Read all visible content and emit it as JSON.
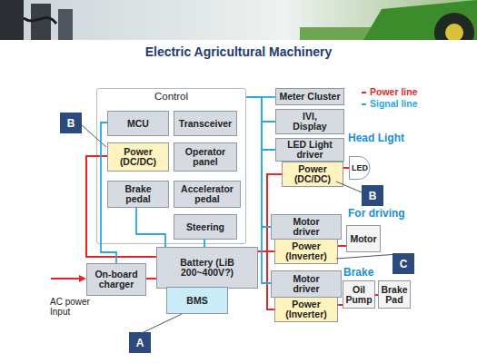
{
  "diagram": {
    "title": "Electric Agricultural Machinery",
    "nodes": [
      {
        "text": [
          "Control"
        ]
      },
      {
        "text": [
          "MCU"
        ],
        "in": 0
      },
      {
        "text": [
          "Transceiver"
        ],
        "in": 0
      },
      {
        "text": [
          "Power (DC/DC)"
        ],
        "in": 0
      },
      {
        "text": [
          "Operator panel"
        ],
        "in": 0
      },
      {
        "text": [
          "Brake pedal"
        ],
        "in": 0
      },
      {
        "text": [
          "Accelerator pedal"
        ],
        "in": 0
      },
      {
        "text": [
          "Steering"
        ],
        "in": 0
      },
      {
        "text": [
          "Meter Cluster"
        ]
      },
      {
        "text": [
          "IVI, Display"
        ]
      },
      {
        "text": [
          "LED Light driver"
        ]
      },
      {
        "text": [
          "Power (DC/DC)"
        ]
      },
      {
        "text": [
          "LED"
        ]
      },
      {
        "text": [
          "Motor driver"
        ]
      },
      {
        "text": [
          "Power (Inverter)"
        ]
      },
      {
        "text": [
          "Motor"
        ]
      },
      {
        "text": [
          "On-board charger"
        ]
      },
      {
        "text": [
          "Battery (LiB 200~400V?)"
        ]
      },
      {
        "text": [
          "BMS"
        ]
      },
      {
        "text": [
          "Motor driver"
        ]
      },
      {
        "text": [
          "Power (Inverter)"
        ]
      },
      {
        "text": [
          "Oil Pump"
        ]
      },
      {
        "text": [
          "Brake Pad"
        ]
      }
    ],
    "edges": [
      {
        "from": 17,
        "to": 3,
        "arrow": "none"
      },
      {
        "from": 16,
        "to": 17,
        "arrow": "none"
      },
      {
        "from": 17,
        "to": 11,
        "arrow": "none"
      },
      {
        "from": 17,
        "to": 14,
        "arrow": "none"
      },
      {
        "from": 17,
        "to": 20,
        "arrow": "none"
      },
      {
        "from": 11,
        "to": 12,
        "arrow": "none"
      },
      {
        "from": 14,
        "to": 15,
        "arrow": "none"
      },
      {
        "from": 20,
        "to": 21,
        "arrow": "none"
      },
      {
        "from": 21,
        "to": 22,
        "arrow": "none"
      },
      {
        "from": 0,
        "to": 8,
        "arrow": "none"
      },
      {
        "from": 0,
        "to": 9,
        "arrow": "none"
      },
      {
        "from": 0,
        "to": 10,
        "arrow": "none"
      },
      {
        "from": 0,
        "to": 13,
        "arrow": "none"
      },
      {
        "from": 0,
        "to": 19,
        "arrow": "none"
      },
      {
        "from": 5,
        "to": 17,
        "arrow": "none"
      },
      {
        "from": 7,
        "to": 17,
        "arrow": "none"
      },
      {
        "from": 1,
        "to": 16,
        "arrow": "none"
      }
    ],
    "labels": [
      "Head Light",
      "For driving",
      "Brake",
      "AC power Input",
      "B",
      "B",
      "C",
      "A"
    ],
    "legend": [
      {
        "text": "Power line",
        "color": "#e8262a"
      },
      {
        "text": "Signal line",
        "color": "#29a8e0"
      }
    ]
  }
}
